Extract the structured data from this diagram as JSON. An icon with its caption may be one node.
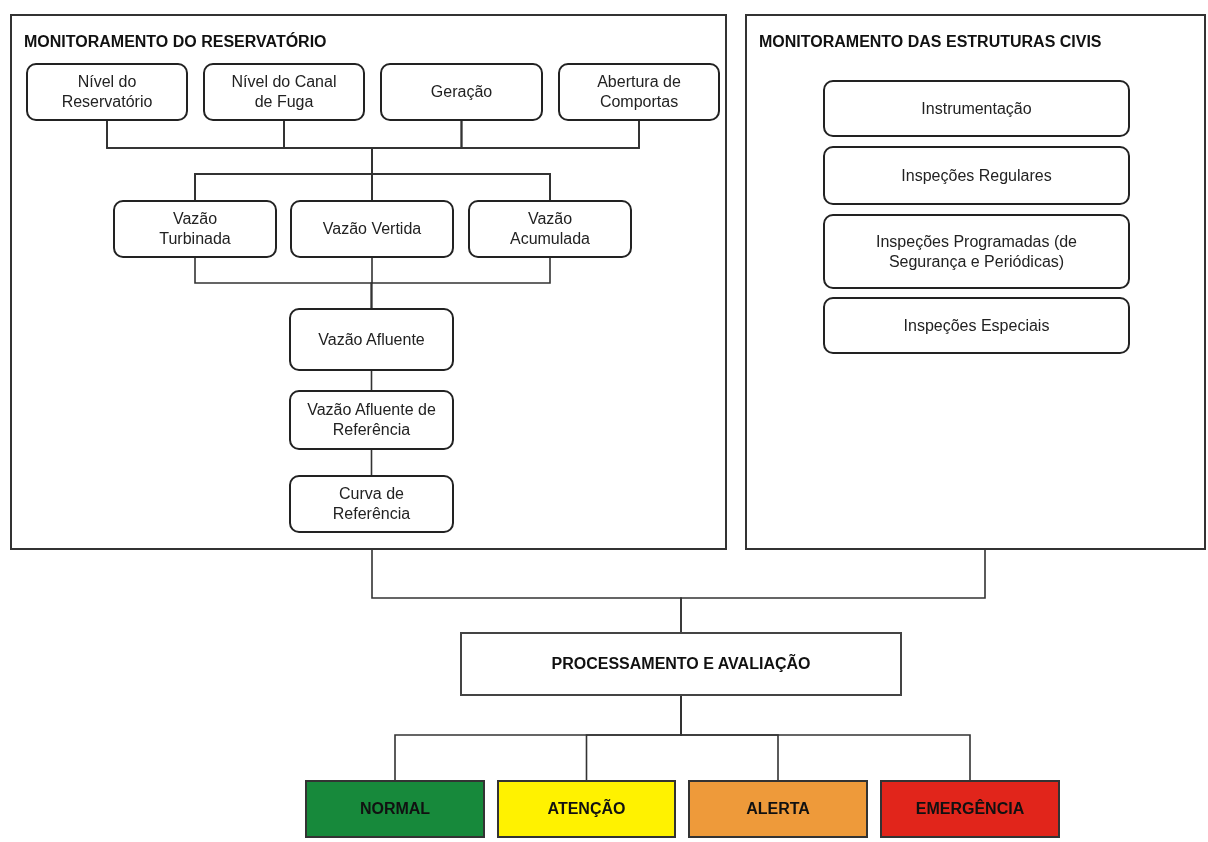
{
  "diagram": {
    "nodes": [
      {
        "text": [
          "MONITORAMENTO DO RESERVATÓRIO"
        ]
      },
      {
        "text": [
          "Nível do Reservatório"
        ],
        "in": 0
      },
      {
        "text": [
          "Nível do Canal de Fuga"
        ],
        "in": 0
      },
      {
        "text": [
          "Geração"
        ],
        "in": 0
      },
      {
        "text": [
          "Abertura de Comportas"
        ],
        "in": 0
      },
      {
        "text": [
          "Vazão Turbinada"
        ],
        "in": 0
      },
      {
        "text": [
          "Vazão Vertida"
        ],
        "in": 0
      },
      {
        "text": [
          "Vazão Acumulada"
        ],
        "in": 0
      },
      {
        "text": [
          "Vazão Afluente"
        ],
        "in": 0
      },
      {
        "text": [
          "Vazão Afluente de Referência"
        ],
        "in": 0
      },
      {
        "text": [
          "Curva de Referência"
        ],
        "in": 0
      },
      {
        "text": [
          "MONITORAMENTO DAS ESTRUTURAS CIVIS"
        ]
      },
      {
        "text": [
          "Instrumentação"
        ],
        "in": 11
      },
      {
        "text": [
          "Inspeções Regulares"
        ],
        "in": 11
      },
      {
        "text": [
          "Inspeções Programadas (de Segurança e Periódicas)"
        ],
        "in": 11
      },
      {
        "text": [
          "Inspeções Especiais"
        ],
        "in": 11
      },
      {
        "text": [
          "PROCESSAMENTO E AVALIAÇÃO"
        ]
      },
      {
        "text": [
          "NORMAL"
        ]
      },
      {
        "text": [
          "ATENÇÃO"
        ]
      },
      {
        "text": [
          "ALERTA"
        ]
      },
      {
        "text": [
          "EMERGÊNCIA"
        ]
      }
    ],
    "edges": [
      {
        "from": 1,
        "to": 5,
        "arrow": "none"
      },
      {
        "from": 1,
        "to": 6,
        "arrow": "none"
      },
      {
        "from": 1,
        "to": 7,
        "arrow": "none"
      },
      {
        "from": 2,
        "to": 5,
        "arrow": "none"
      },
      {
        "from": 2,
        "to": 6,
        "arrow": "none"
      },
      {
        "from": 2,
        "to": 7,
        "arrow": "none"
      },
      {
        "from": 3,
        "to": 5,
        "arrow": "none"
      },
      {
        "from": 3,
        "to": 6,
        "arrow": "none"
      },
      {
        "from": 3,
        "to": 7,
        "arrow": "none"
      },
      {
        "from": 4,
        "to": 5,
        "arrow": "none"
      },
      {
        "from": 4,
        "to": 6,
        "arrow": "none"
      },
      {
        "from": 4,
        "to": 7,
        "arrow": "none"
      },
      {
        "from": 5,
        "to": 8,
        "arrow": "none"
      },
      {
        "from": 6,
        "to": 8,
        "arrow": "none"
      },
      {
        "from": 7,
        "to": 8,
        "arrow": "none"
      },
      {
        "from": 8,
        "to": 9,
        "arrow": "none"
      },
      {
        "from": 9,
        "to": 10,
        "arrow": "none"
      },
      {
        "from": 0,
        "to": 16,
        "arrow": "none"
      },
      {
        "from": 11,
        "to": 16,
        "arrow": "none"
      },
      {
        "from": 16,
        "to": 17,
        "arrow": "none"
      },
      {
        "from": 16,
        "to": 18,
        "arrow": "none"
      },
      {
        "from": 16,
        "to": 19,
        "arrow": "none"
      },
      {
        "from": 16,
        "to": 20,
        "arrow": "none"
      }
    ]
  }
}
